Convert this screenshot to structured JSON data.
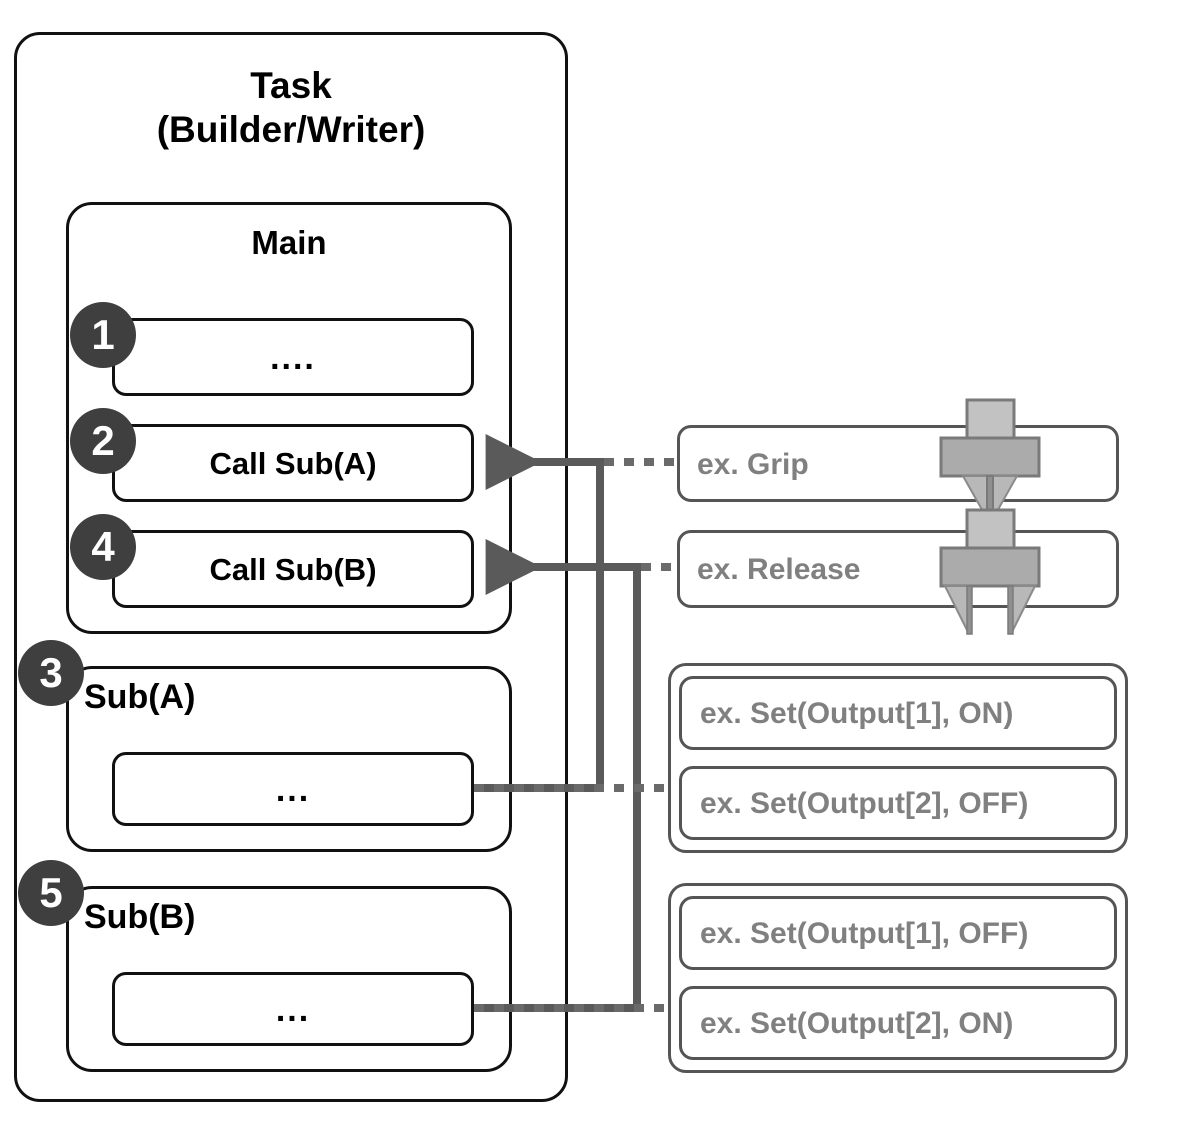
{
  "diagram": {
    "type": "flow-diagram",
    "title": "Task program structure with gripper / output examples"
  },
  "task_panel": {
    "title_line1": "Task",
    "title_line2": "(Builder/Writer)",
    "main": {
      "title": "Main",
      "steps": [
        {
          "badge": "1",
          "label": "...."
        },
        {
          "badge": "2",
          "label": "Call Sub(A)"
        },
        {
          "badge": "4",
          "label": "Call Sub(B)"
        }
      ]
    },
    "subroutines": [
      {
        "badge": "3",
        "title": "Sub(A)",
        "body": "..."
      },
      {
        "badge": "5",
        "title": "Sub(B)",
        "body": "..."
      }
    ]
  },
  "examples": {
    "gripper_actions": [
      {
        "label": "ex. Grip",
        "icon": "gripper-closed-icon"
      },
      {
        "label": "ex. Release",
        "icon": "gripper-open-icon"
      }
    ],
    "output_groups": [
      {
        "items": [
          {
            "label": "ex. Set(Output[1], ON)"
          },
          {
            "label": "ex. Set(Output[2], OFF)"
          }
        ]
      },
      {
        "items": [
          {
            "label": "ex. Set(Output[1], OFF)"
          },
          {
            "label": "ex. Set(Output[2], ON)"
          }
        ]
      }
    ]
  },
  "colors": {
    "stroke_black": "#111111",
    "stroke_gray": "#555555",
    "badge_fill": "#3f3f3f",
    "text_gray": "#808080",
    "connector": "#5a5a5a",
    "icon_light": "#c0c0c0",
    "icon_mid": "#a0a0a0",
    "icon_stroke": "#7a7a7a"
  }
}
